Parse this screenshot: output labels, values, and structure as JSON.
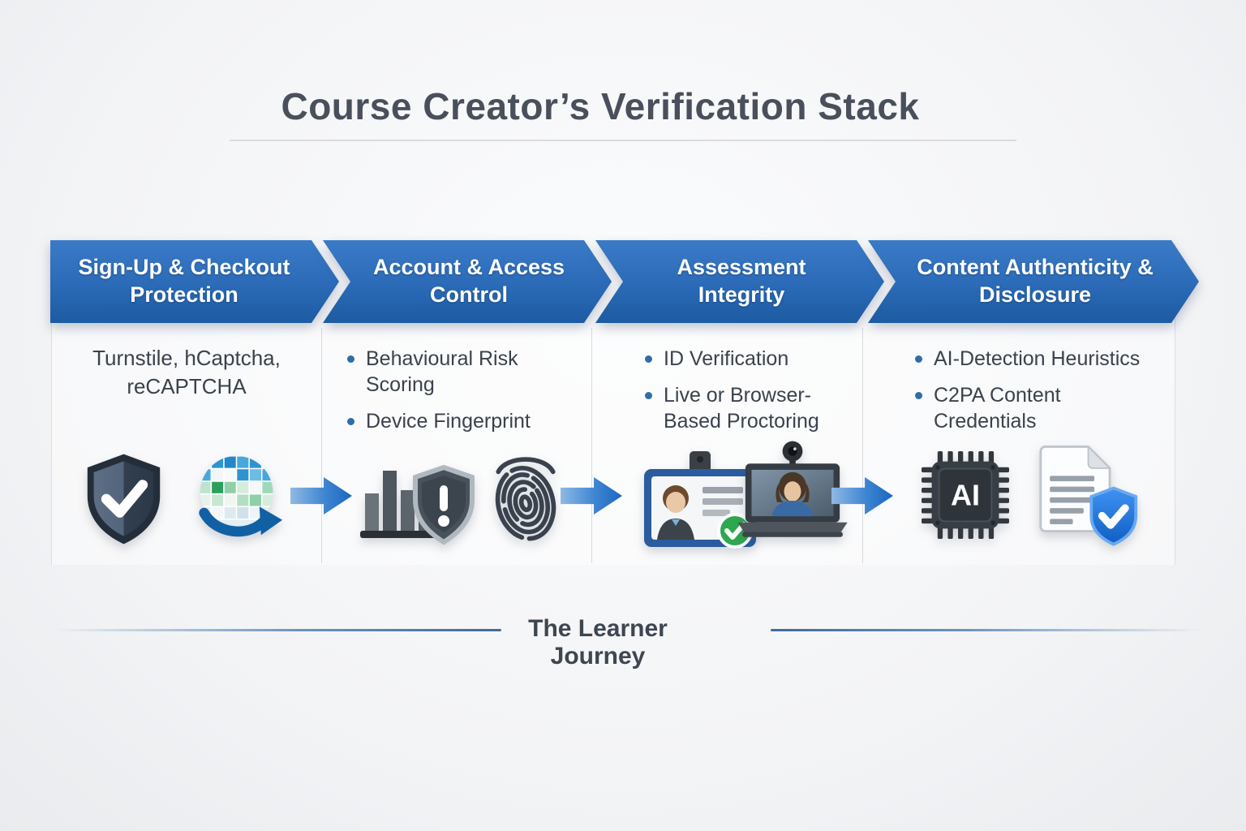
{
  "title": "Course Creator’s Verification Stack",
  "colors": {
    "banner_blue": "#2a6ab6",
    "arrow_blue": "#1a66c0",
    "bullet_blue": "#2f6da8",
    "text_dark": "#3a424c",
    "title_gray": "#49505b",
    "check_green": "#2fa84f",
    "shield_badge_blue": "#1f7ae0"
  },
  "stages": [
    {
      "label": "Sign-Up & Checkout Protection",
      "note_lines": [
        "Turnstile, hCaptcha,",
        "reCAPTCHA"
      ],
      "icons": [
        "shield-check-icon",
        "captcha-grid-icon"
      ]
    },
    {
      "label": "Account & Access Control",
      "bullets": [
        "Behavioural Risk Scoring",
        "Device Fingerprint"
      ],
      "icons": [
        "risk-bars-shield-icon",
        "fingerprint-icon"
      ]
    },
    {
      "label": "Assessment Integrity",
      "bullets": [
        "ID Verification",
        "Live or Browser-Based Proctoring"
      ],
      "icons": [
        "id-card-icon",
        "webcam-laptop-icon"
      ]
    },
    {
      "label": "Content Authenticity & Disclosure",
      "bullets": [
        "AI-Detection Heuristics",
        "C2PA Content Credentials"
      ],
      "icons": [
        "ai-chip-icon",
        "document-shield-icon"
      ],
      "chip_label": "AI"
    }
  ],
  "footer": {
    "label": "The Learner Journey"
  }
}
